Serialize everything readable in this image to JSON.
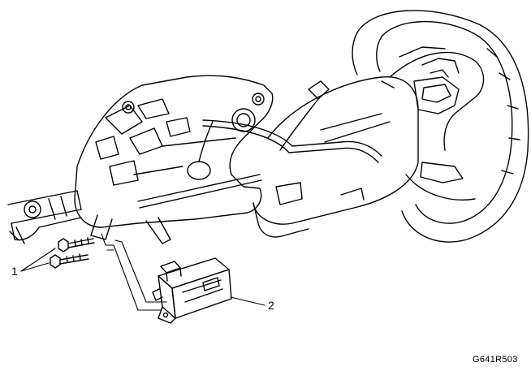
{
  "callouts": {
    "label_1": "1",
    "label_2": "2"
  },
  "figure_code": "G641R503",
  "colors": {
    "ink": "#000000",
    "paper": "#ffffff"
  }
}
